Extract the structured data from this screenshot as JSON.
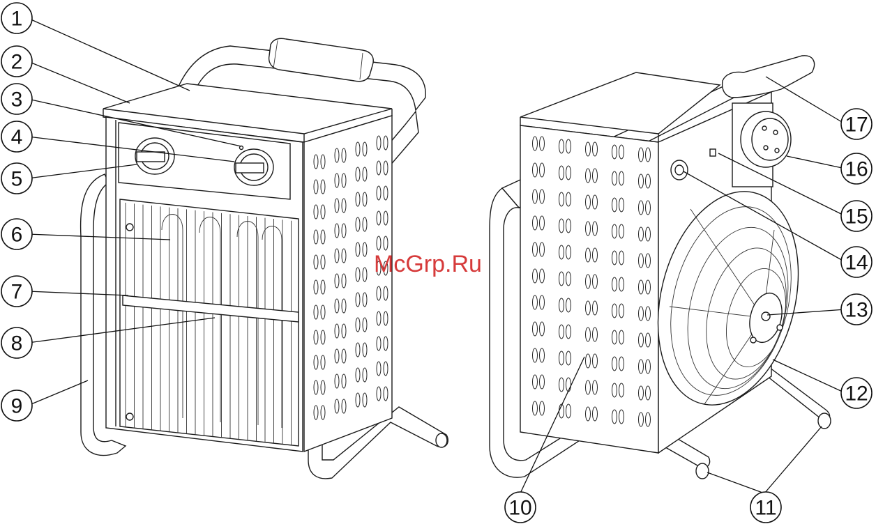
{
  "callouts": [
    {
      "label": "1"
    },
    {
      "label": "2"
    },
    {
      "label": "3"
    },
    {
      "label": "4"
    },
    {
      "label": "5"
    },
    {
      "label": "6"
    },
    {
      "label": "7"
    },
    {
      "label": "8"
    },
    {
      "label": "9"
    },
    {
      "label": "10"
    },
    {
      "label": "11"
    },
    {
      "label": "12"
    },
    {
      "label": "13"
    },
    {
      "label": "14"
    },
    {
      "label": "15"
    },
    {
      "label": "16"
    },
    {
      "label": "17"
    }
  ],
  "watermark": "McGrp.Ru",
  "colors": {
    "line": "#1a1a1a",
    "watermark": "#d63a3a",
    "background": "#ffffff"
  }
}
